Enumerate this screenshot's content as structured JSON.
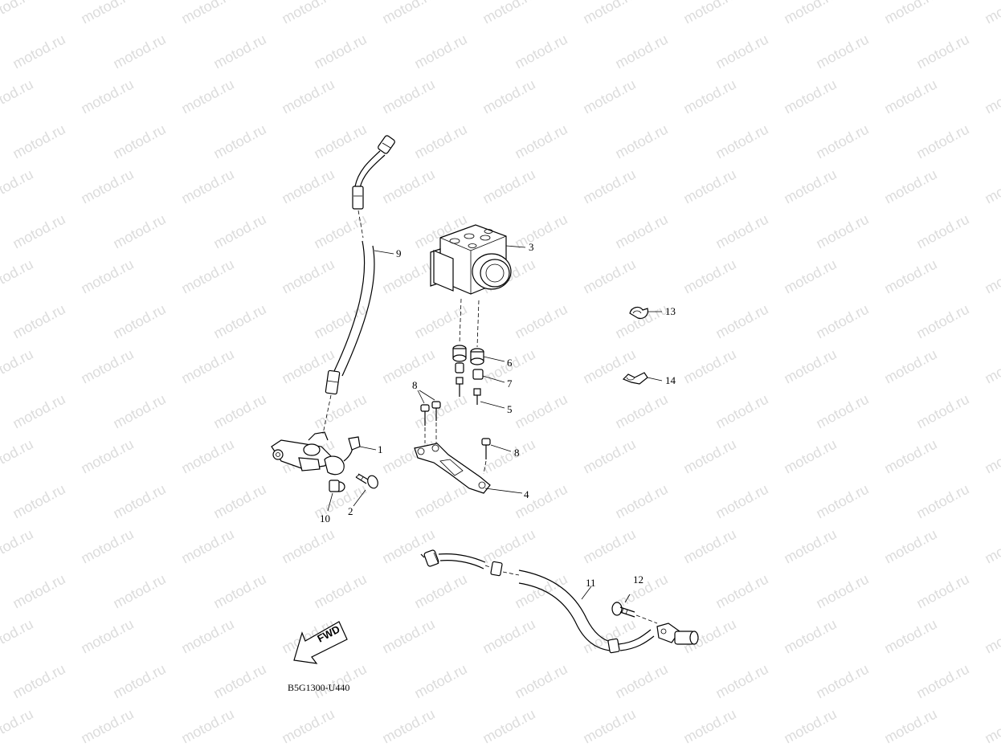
{
  "watermark": {
    "text": "motod.ru",
    "color": "#dcdcdc"
  },
  "diagram": {
    "reference_code": "B5G1300-U440",
    "fwd_label": "FWD",
    "callouts": [
      "1",
      "2",
      "3",
      "4",
      "5",
      "6",
      "7",
      "8",
      "8",
      "9",
      "10",
      "11",
      "12",
      "13",
      "14"
    ]
  }
}
